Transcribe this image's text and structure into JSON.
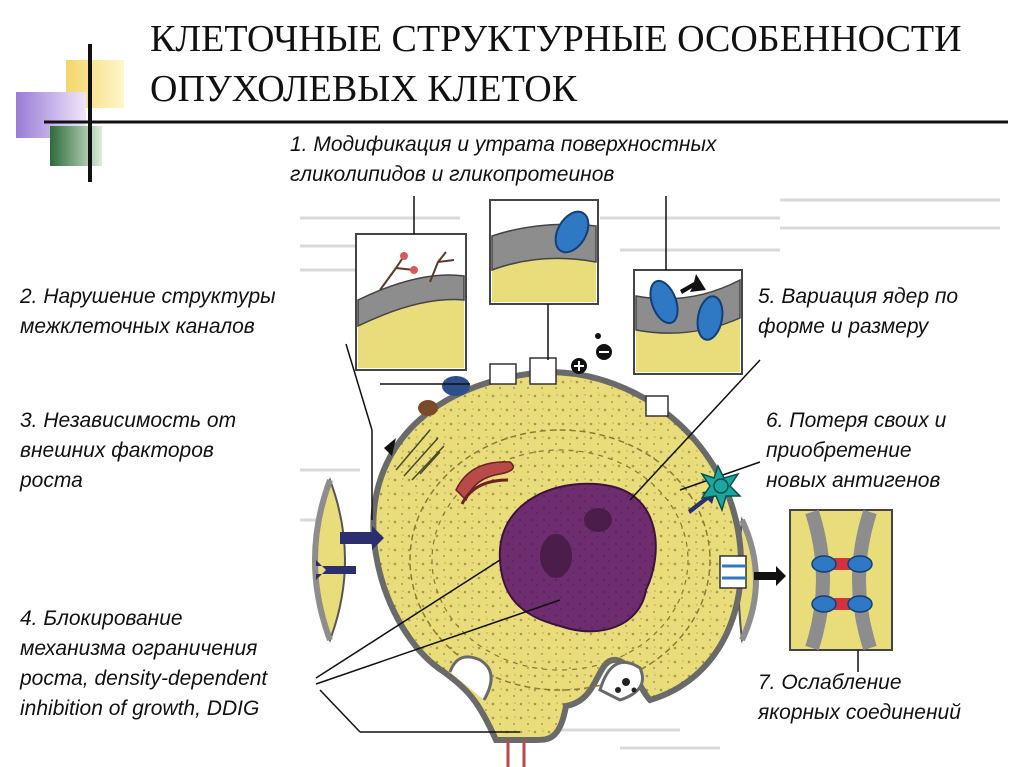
{
  "slide": {
    "title_line1": "КЛЕТОЧНЫЕ СТРУКТУРНЫЕ ОСОБЕННОСТИ",
    "title_line2": "ОПУХОЛЕВЫХ КЛЕТОК"
  },
  "labels": {
    "l1": {
      "line1": "1. Модификация и утрата поверхностных",
      "line2": "гликолипидов и гликопротеинов"
    },
    "l2": {
      "line1": "2. Нарушение структуры",
      "line2": "межклеточных каналов"
    },
    "l3": {
      "line1": "3. Независимость от",
      "line2": "внешних факторов",
      "line3": "роста"
    },
    "l4": {
      "line1": "4. Блокирование",
      "line2": "механизма ограничения",
      "line3": "роста, density-dependent",
      "line4": "inhibition of growth, DDIG"
    },
    "l5": {
      "line1": "5. Вариация ядер по",
      "line2": "форме и размеру"
    },
    "l6": {
      "line1": "6. Потеря своих  и",
      "line2": "приобретение",
      "line3": "новых антигенов"
    },
    "l7": {
      "line1": "7. Ослабление",
      "line2": "якорных соединений"
    }
  },
  "colors": {
    "cytoplasm": "#e9dc7a",
    "membrane": "#8a8a8a",
    "nucleus": "#6e2d6e",
    "golgi": "#b94a4a",
    "receptor": "#2f78c4",
    "arrow": "#2b2f6e",
    "antigen": "#1aa7a0",
    "junction": "#d0343a",
    "deco_yellow": "#f6e07a",
    "deco_violet": "#a98bd8",
    "deco_green": "#2f6b3a"
  },
  "icons": [
    "plus-sign-icon",
    "minus-sign-icon",
    "antigen-star-icon"
  ]
}
